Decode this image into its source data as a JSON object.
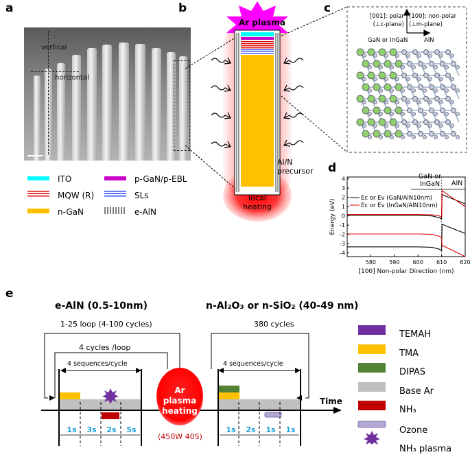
{
  "panel_a": {
    "letter": "a",
    "label_vertical": "vertical",
    "label_horizontal": "horizontal",
    "legend": [
      {
        "label": "ITO",
        "swatch": "ito"
      },
      {
        "label": "p-GaN/p-EBL",
        "swatch": "pgan"
      },
      {
        "label": "MQW (R)",
        "swatch": "mqw"
      },
      {
        "label": "SLs",
        "swatch": "sls"
      },
      {
        "label": "n-GaN",
        "swatch": "ngan"
      },
      {
        "label": "e-AlN",
        "swatch": "ealn"
      }
    ]
  },
  "panel_b": {
    "letter": "b",
    "plasma_label": "Ar plasma",
    "precursor_label_1": "Al/N",
    "precursor_label_2": "precursor",
    "heating_label_1": "local",
    "heating_label_2": "heating"
  },
  "panel_c": {
    "letter": "c",
    "axis_left_1": "[001]: polar",
    "axis_left_2": "(⊥c-plane)",
    "axis_right_1": "[100]: non-polar",
    "axis_right_2": "(⊥m-plane)",
    "label_left": "GaN or InGaN",
    "label_right": "AlN"
  },
  "panel_d": {
    "letter": "d",
    "annotation_left_1": "GaN or",
    "annotation_left_2": "InGaN",
    "annotation_right": "AlN"
  },
  "panel_e": {
    "letter": "e",
    "title_left": "e-AlN (0.5-10nm)",
    "loop_text": "1-25 loop (4-100 cycles)",
    "cycles_loop": "4 cycles /loop",
    "seq_left": "4 sequences/cycle",
    "durations_left": [
      "1s",
      "3s",
      "2s",
      "5s"
    ],
    "plasma_label_1": "Ar plasma",
    "plasma_label_2": "heating",
    "plasma_condition": "(450W 40S)",
    "title_right": "n-Al₂O₃ or n-SiO₂ (40-49 nm)",
    "cycles_right": "380 cycles",
    "seq_right": "4 sequences/cycle",
    "durations_right": [
      "1s",
      "2s",
      "1s",
      "1s"
    ],
    "time_label": "Time",
    "legend": [
      {
        "label": "TEMAH",
        "color": "#7030a0"
      },
      {
        "label": "TMA",
        "color": "#ffc000"
      },
      {
        "label": "DIPAS",
        "color": "#548235"
      },
      {
        "label": "Base Ar",
        "color": "#bfbfbf"
      },
      {
        "label": "NH₃",
        "color": "#c00000"
      },
      {
        "label": "Ozone",
        "color": "#b4a7d6"
      },
      {
        "label": "NH₃ plasma",
        "color": "#7030a0"
      }
    ]
  },
  "chart_data": {
    "type": "line",
    "xlabel": "[100] Non-polar Direction (nm)",
    "ylabel": "Energy (eV)",
    "xlim": [
      570,
      620
    ],
    "ylim": [
      -4.4,
      4.2
    ],
    "xticks": [
      580,
      590,
      600,
      610,
      620
    ],
    "yticks": [
      -4,
      -3,
      -2,
      -1,
      0,
      1,
      2,
      3,
      4
    ],
    "legend_position": "top-left",
    "series": [
      {
        "name": "Ec or Ev (GaN/AlN10nm)",
        "color": "#000000",
        "points": [
          [
            570,
            0.05
          ],
          [
            600,
            0.05
          ],
          [
            606,
            0.0
          ],
          [
            609,
            -0.2
          ],
          [
            610,
            -0.35
          ],
          [
            610.2,
            2.3
          ],
          [
            612,
            2.1
          ],
          [
            620,
            1.3
          ]
        ]
      },
      {
        "name": "",
        "color": "#000000",
        "points": [
          [
            570,
            -3.35
          ],
          [
            600,
            -3.35
          ],
          [
            606,
            -3.4
          ],
          [
            609,
            -3.6
          ],
          [
            610,
            -3.75
          ],
          [
            610.2,
            -0.9
          ],
          [
            612,
            -1.1
          ],
          [
            620,
            -1.9
          ]
        ]
      },
      {
        "name": "Ec or Ev (InGaN/AlN10nm)",
        "color": "#e00000",
        "points": [
          [
            570,
            0.15
          ],
          [
            600,
            0.15
          ],
          [
            606,
            0.12
          ],
          [
            609,
            0.0
          ],
          [
            610,
            -0.1
          ],
          [
            610.2,
            2.75
          ],
          [
            612,
            2.4
          ],
          [
            620,
            1.0
          ]
        ]
      },
      {
        "name": "",
        "color": "#e00000",
        "points": [
          [
            570,
            -1.95
          ],
          [
            600,
            -1.95
          ],
          [
            606,
            -2.0
          ],
          [
            609,
            -2.2
          ],
          [
            610,
            -2.35
          ],
          [
            610.2,
            -3.2
          ],
          [
            612,
            -3.4
          ],
          [
            620,
            -4.4
          ]
        ]
      }
    ]
  }
}
